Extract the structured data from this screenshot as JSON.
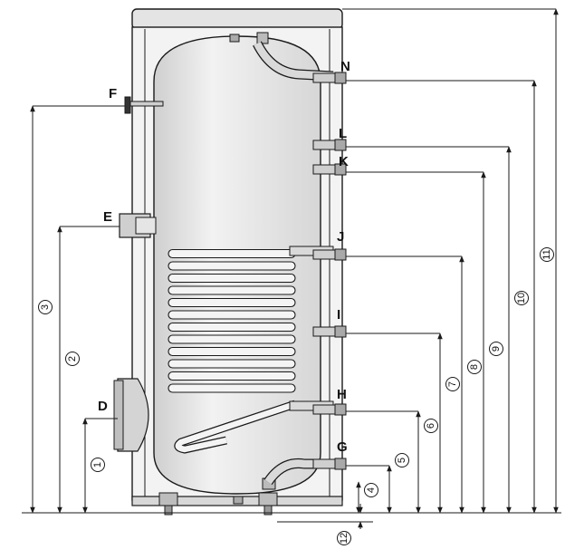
{
  "connections": [
    {
      "id": "N",
      "label": "N"
    },
    {
      "id": "L",
      "label": "L"
    },
    {
      "id": "K",
      "label": "K"
    },
    {
      "id": "J",
      "label": "J"
    },
    {
      "id": "I",
      "label": "I"
    },
    {
      "id": "H",
      "label": "H"
    },
    {
      "id": "G",
      "label": "G"
    },
    {
      "id": "F",
      "label": "F"
    },
    {
      "id": "E",
      "label": "E"
    },
    {
      "id": "D",
      "label": "D"
    }
  ],
  "dimensions": [
    {
      "id": "1",
      "label": "1"
    },
    {
      "id": "2",
      "label": "2"
    },
    {
      "id": "3",
      "label": "3"
    },
    {
      "id": "4",
      "label": "4"
    },
    {
      "id": "5",
      "label": "5"
    },
    {
      "id": "6",
      "label": "6"
    },
    {
      "id": "7",
      "label": "7"
    },
    {
      "id": "8",
      "label": "8"
    },
    {
      "id": "9",
      "label": "9"
    },
    {
      "id": "10",
      "label": "10"
    },
    {
      "id": "11",
      "label": "11"
    },
    {
      "id": "12",
      "label": "12"
    }
  ],
  "colors": {
    "stroke": "#1a1a1a",
    "tank_fill": "#e9e9e9",
    "tank_shade": "#cfcfcf",
    "coil_fill": "#f4f4f4"
  }
}
